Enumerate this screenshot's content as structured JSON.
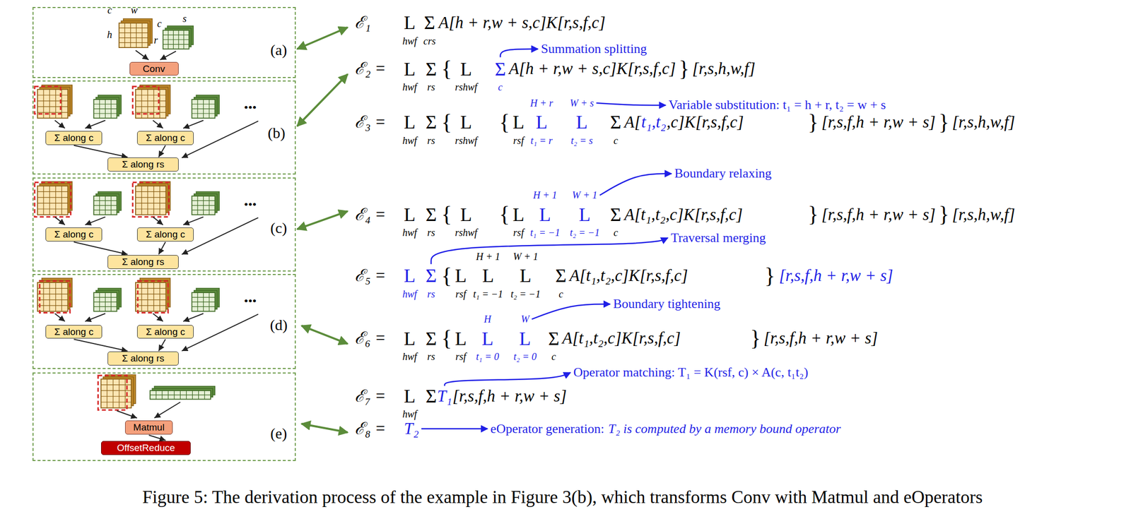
{
  "diagram": {
    "caption": "Figure 5: The derivation process of the example in Figure 3(b), which transforms Conv with Matmul and eOperators",
    "nodes": [
      {
        "text": [
          "(a)"
        ]
      },
      {
        "text": [
          "Conv"
        ],
        "in": 0
      },
      {
        "text": [
          "(b)"
        ]
      },
      {
        "text": [
          "Σ along c"
        ],
        "in": 2
      },
      {
        "text": [
          "Σ along c"
        ],
        "in": 2
      },
      {
        "text": [
          "Σ along rs"
        ],
        "in": 2
      },
      {
        "text": [
          "(c)"
        ]
      },
      {
        "text": [
          "Σ along c"
        ],
        "in": 6
      },
      {
        "text": [
          "Σ along c"
        ],
        "in": 6
      },
      {
        "text": [
          "Σ along rs"
        ],
        "in": 6
      },
      {
        "text": [
          "(d)"
        ]
      },
      {
        "text": [
          "Σ along c"
        ],
        "in": 10
      },
      {
        "text": [
          "Σ along c"
        ],
        "in": 10
      },
      {
        "text": [
          "Σ along rs"
        ],
        "in": 10
      },
      {
        "text": [
          "(e)"
        ]
      },
      {
        "text": [
          "Matmul"
        ],
        "in": 14
      },
      {
        "text": [
          "OffsetReduce"
        ],
        "in": 14
      }
    ],
    "edges": [
      {
        "from": 3,
        "to": 5,
        "arrow": "to"
      },
      {
        "from": 4,
        "to": 5,
        "arrow": "to"
      },
      {
        "from": 7,
        "to": 9,
        "arrow": "to"
      },
      {
        "from": 8,
        "to": 9,
        "arrow": "to"
      },
      {
        "from": 11,
        "to": 13,
        "arrow": "to"
      },
      {
        "from": 12,
        "to": 13,
        "arrow": "to"
      },
      {
        "from": 15,
        "to": 16,
        "arrow": "to"
      }
    ],
    "labels": [
      "c",
      "w",
      "h",
      "c",
      "s",
      "r",
      "•••",
      "•••",
      "•••",
      "ℰ₁",
      "L",
      "hwf",
      "Σ",
      "crs",
      "A[h + r,w + s,c]K[r,s,f,c]",
      "ℰ₂ =",
      "L",
      "hwf",
      "Σ",
      "rs",
      "{",
      "L",
      "rshwf",
      "Σ",
      "c",
      "A[h + r,w + s,c]K[r,s,f,c]",
      "}",
      "[r,s,h,w,f]",
      "Summation splitting",
      "ℰ₃ =",
      "L",
      "hwf",
      "Σ",
      "rs",
      "{",
      "L",
      "rshwf",
      "{",
      "L",
      "rsf",
      "L",
      "H + r",
      "t₁ = r",
      "L",
      "W + s",
      "t₂ = s",
      "Σ",
      "c",
      "A[",
      "t₁,t₂",
      ",c]K[r,s,f,c]",
      "}",
      "[r,s,f,h + r,w + s]",
      "}",
      "[r,s,h,w,f]",
      "Variable substitution: t₁ = h + r, t₂ = w + s",
      "ℰ₄ =",
      "L",
      "hwf",
      "Σ",
      "rs",
      "{",
      "L",
      "rshwf",
      "{",
      "L",
      "rsf",
      "L",
      "H + 1",
      "t₁ = −1",
      "L",
      "W + 1",
      "t₂ = −1",
      "Σ",
      "c",
      "A[t₁,t₂,c]K[r,s,f,c]",
      "}",
      "[r,s,f,h + r,w + s]",
      "}",
      "[r,s,h,w,f]",
      "Boundary relaxing",
      "ℰ₅ =",
      "L",
      "hwf",
      "Σ",
      "rs",
      "{",
      "L",
      "rsf",
      "L",
      "H + 1",
      "t₁ = −1",
      "L",
      "W + 1",
      "t₂ = −1",
      "Σ",
      "c",
      "A[t₁,t₂,c]K[r,s,f,c]",
      "}",
      "[r,s,f,h + r,w + s]",
      "Traversal merging",
      "ℰ₆ =",
      "L",
      "hwf",
      "Σ",
      "rs",
      "{",
      "L",
      "rsf",
      "L",
      "H",
      "t₁ = 0",
      "L",
      "W",
      "t₂ = 0",
      "Σ",
      "c",
      "A[t₁,t₂,c]K[r,s,f,c]",
      "}",
      "[r,s,f,h + r,w + s]",
      "Boundary tightening",
      "ℰ₇ =",
      "L",
      "hwf",
      "Σ",
      "T₁",
      "[r,s,f,h + r,w + s]",
      "Operator matching: T₁ = K(rsf, c) × A(c, t₁t₂)",
      "ℰ₈ =",
      "T₂",
      "eOperator generation:",
      "T₂ is computed by a memory bound operator"
    ]
  }
}
